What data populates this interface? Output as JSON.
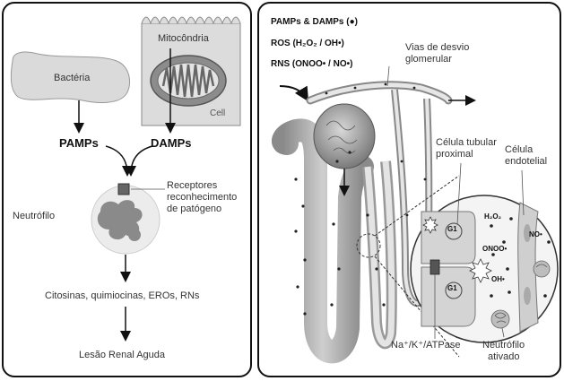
{
  "left": {
    "bacteria": "Bactéria",
    "mitochondria": "Mitocôndria",
    "cell": "Cell",
    "pamps": "PAMPs",
    "damps": "DAMPs",
    "receptors_line1": "Receptores",
    "receptors_line2": "reconhecimento",
    "receptors_line3": "de patógeno",
    "neutrophil": "Neutrófilo",
    "cytokines": "Citosinas, quimiocinas, EROs, RNs",
    "aki": "Lesão Renal Aguda"
  },
  "right": {
    "pamps_damps": "PAMPs & DAMPs (●)",
    "ros": "ROS (H₂O₂ / OH•)",
    "rns": "RNS (ONOO• / NO•)",
    "shunt_line1": "Vias de desvio",
    "shunt_line2": "glomerular",
    "tubular_line1": "Célula tubular",
    "tubular_line2": "proximal",
    "endothelial_line1": "Célula",
    "endothelial_line2": "endotelial",
    "g1_top": "G1",
    "g1_bottom": "G1",
    "h2o2": "H₂O₂",
    "onoo": "ONOO•",
    "no": "NO•",
    "oh": "OH•",
    "atpase": "Na⁺/K⁺/ATPase",
    "activated_line1": "Neutrófilo",
    "activated_line2": "ativado"
  }
}
